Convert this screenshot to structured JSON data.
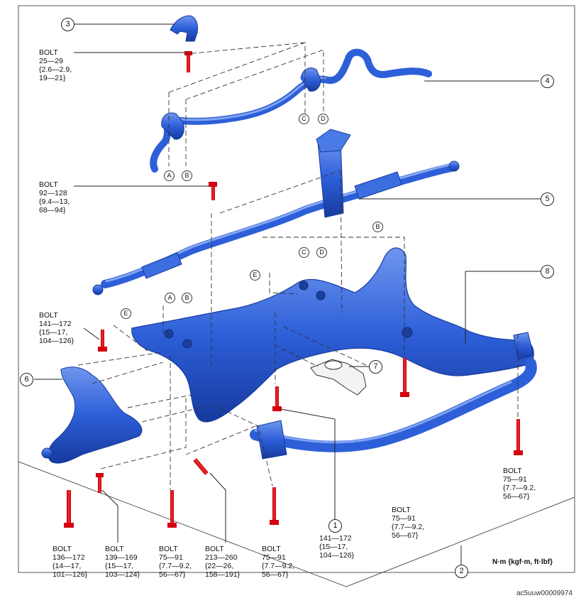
{
  "colors": {
    "part": "#2d5fd8",
    "part_dark": "#173a9e",
    "part_light": "#6f96ee",
    "bolt": "#e8101a",
    "line": "#222222"
  },
  "callouts": {
    "c1": "1",
    "c2": "2",
    "c3": "3",
    "c4": "4",
    "c5": "5",
    "c6": "6",
    "c7": "7",
    "c8": "8"
  },
  "markers": {
    "a1": "A",
    "b1": "B",
    "c1": "C",
    "d1": "D",
    "b2": "B",
    "c2": "C",
    "d2": "D",
    "e1": "E",
    "a2": "A",
    "b3": "B",
    "e2": "E"
  },
  "torques": {
    "t1": [
      "BOLT",
      "25—29",
      "{2.6—2.9,",
      "19—21}"
    ],
    "t2": [
      "BOLT",
      "92—128",
      "{9.4—13,",
      "68—94}"
    ],
    "t3": [
      "BOLT",
      "141—172",
      "{15—17,",
      "104—126}"
    ],
    "t4": [
      "BOLT",
      "136—172",
      "{14—17,",
      "101—126}"
    ],
    "t5": [
      "BOLT",
      "139—169",
      "{15—17,",
      "103—124}"
    ],
    "t6": [
      "BOLT",
      "75—91",
      "{7.7—9.2,",
      "56—67}"
    ],
    "t7": [
      "BOLT",
      "213—260",
      "{22—26,",
      "158—191}"
    ],
    "t8": [
      "BOLT",
      "75—91",
      "{7.7—9.2,",
      "56—67}"
    ],
    "t9": [
      "141—172",
      "{15—17,",
      "104—126}"
    ],
    "t10": [
      "BOLT",
      "75—91",
      "{7.7—9.2,",
      "56—67}"
    ],
    "t11": [
      "BOLT",
      "75—91",
      "{7.7—9.2,",
      "56—67}"
    ]
  },
  "units": "N·m {kgf·m, ft·lbf}",
  "image_code": "ac5uuw00009974"
}
